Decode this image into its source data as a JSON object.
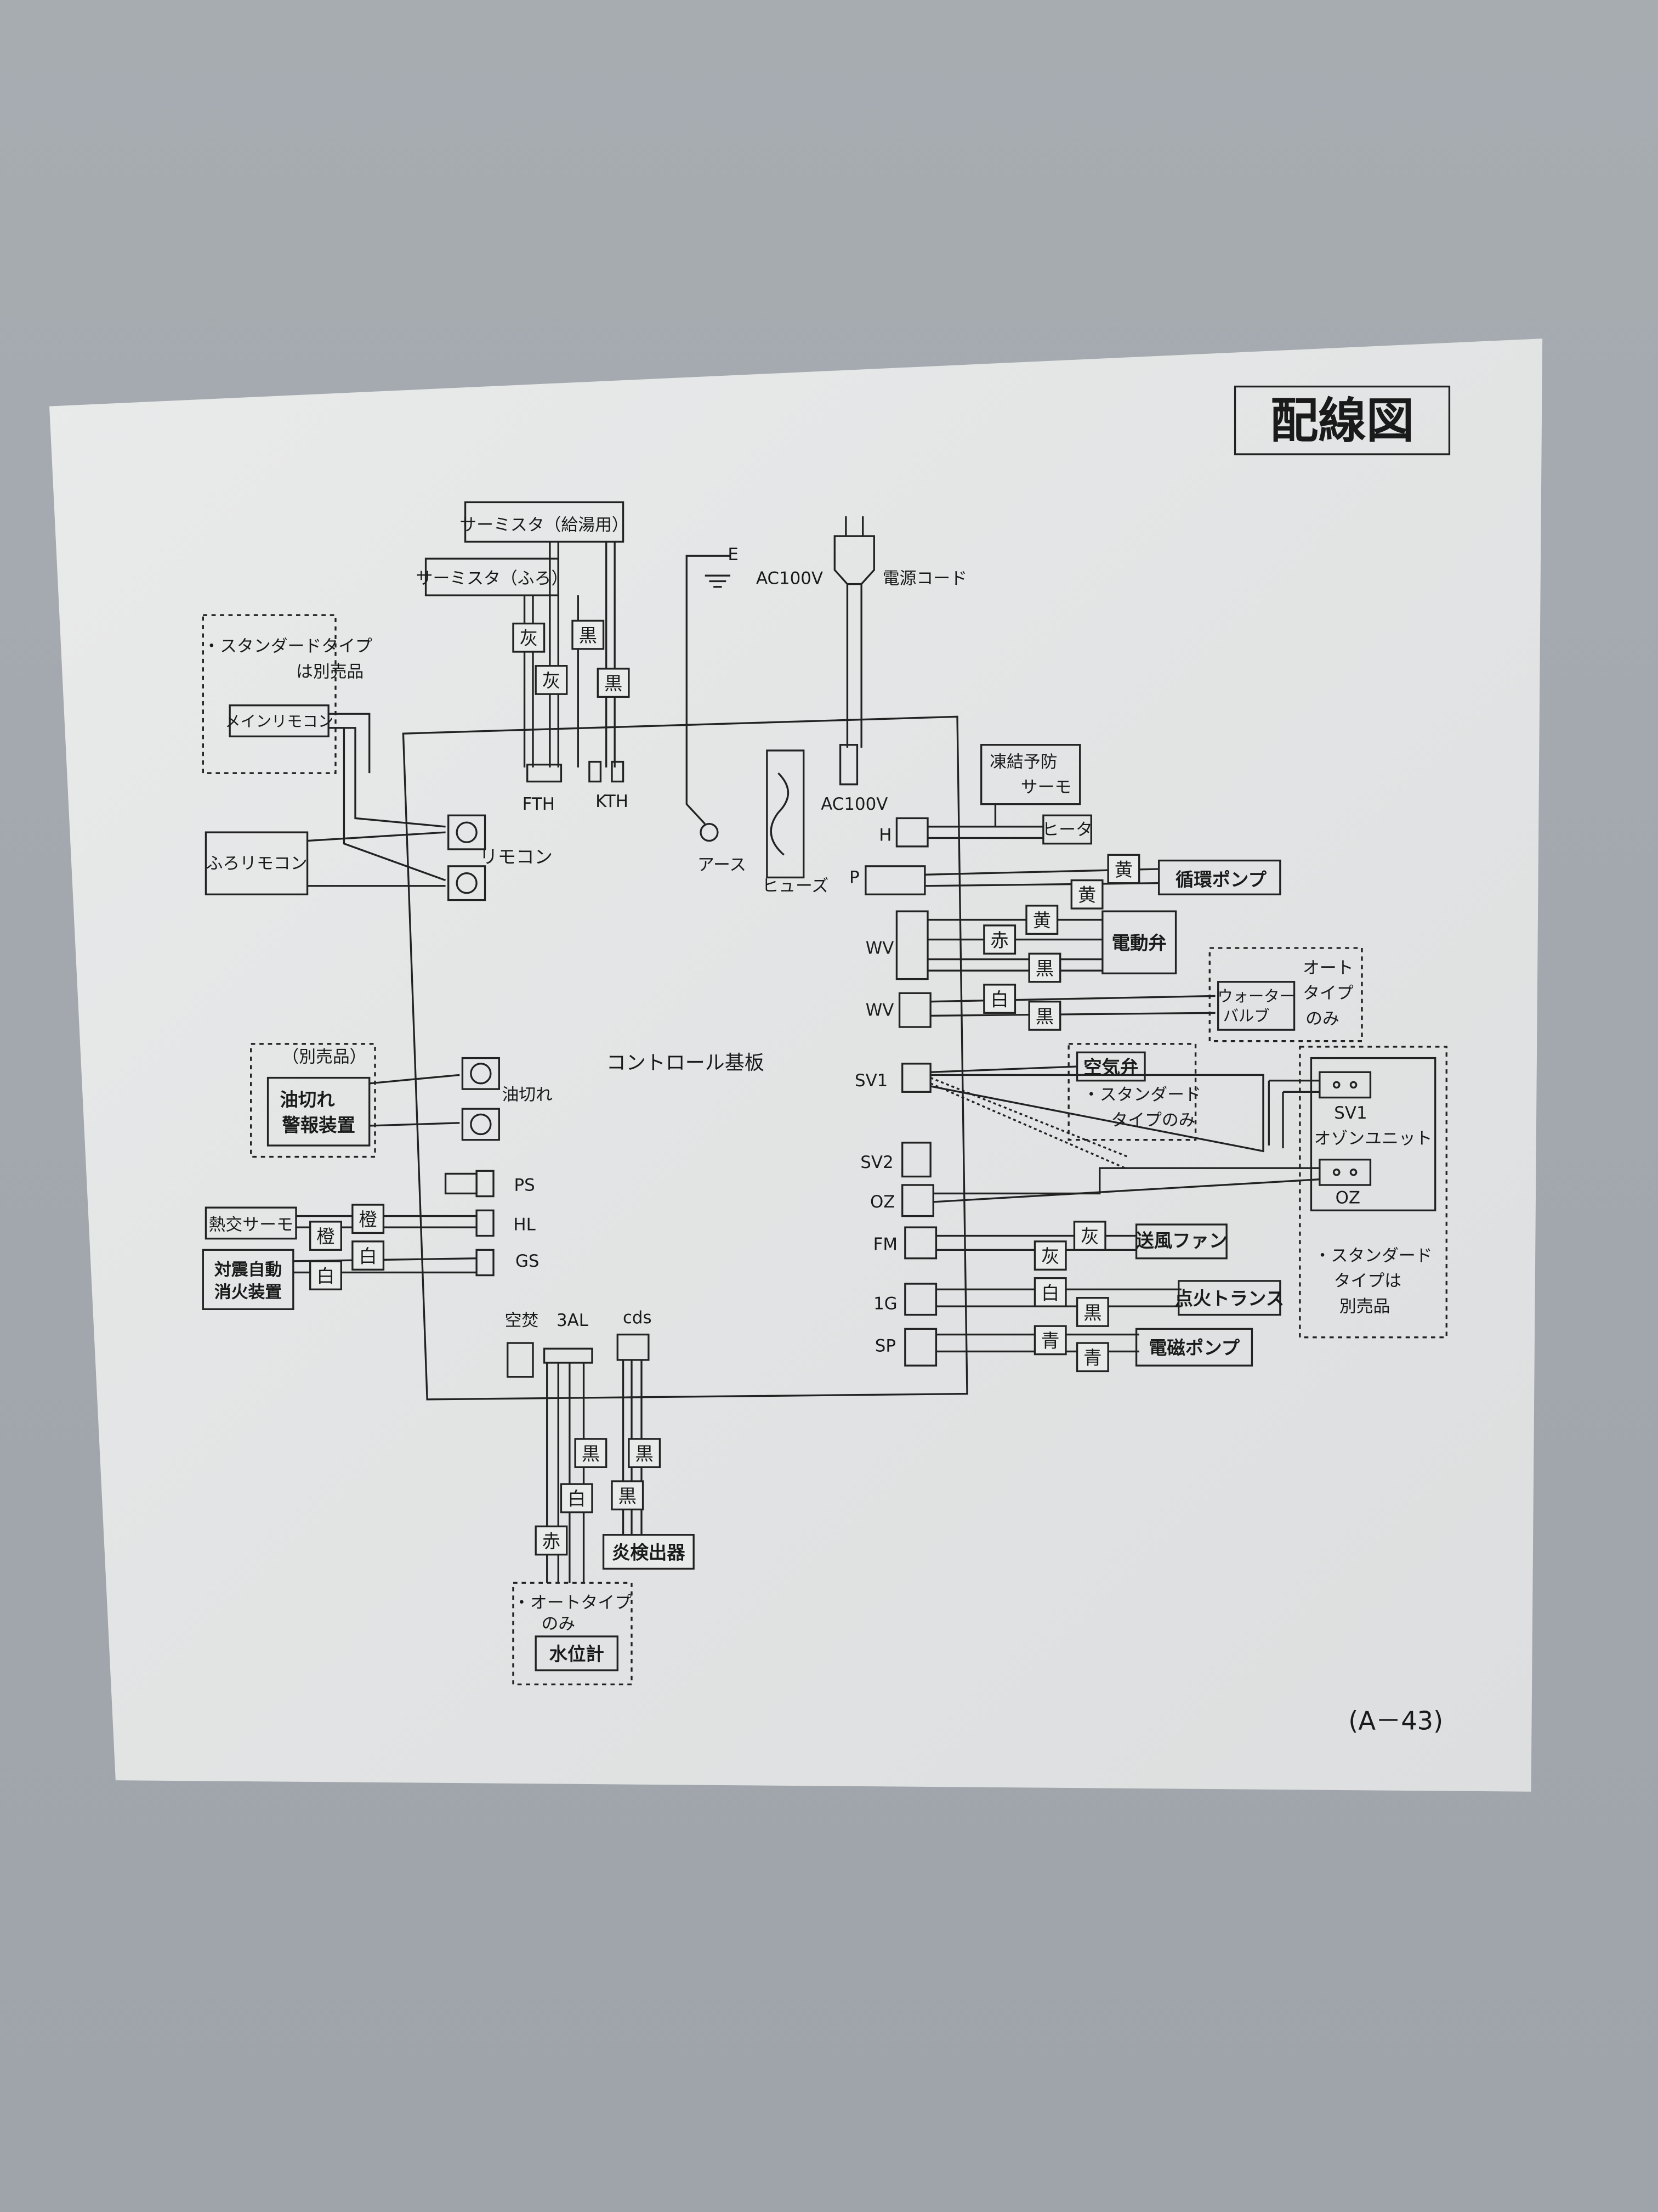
{
  "title": "配線図",
  "page_code": "(A－43)",
  "board_label": "コントロール基板",
  "thermistor_hot": "サーミスタ（給湯用）",
  "thermistor_bath": "サーミスタ（ふろ）",
  "standard_note_remote": "・スタンダードタイプ",
  "standard_note_remote2": "は別売品",
  "main_remote": "メインリモコン",
  "bath_remote": "ふろリモコン",
  "remote_conn": "リモコン",
  "fth": "FTH",
  "kth": "KTH",
  "earth_e": "E",
  "earth": "アース",
  "ac100v_cord": "AC100V",
  "power_cord": "電源コード",
  "ac100v_board": "AC100V",
  "fuse": "ヒューズ",
  "freeze_thermo_1": "凍結予防",
  "freeze_thermo_2": "サーモ",
  "heater": "ヒータ",
  "circ_pump": "循環ポンプ",
  "solenoid_valve": "電動弁",
  "water_valve_1": "ウォーター",
  "water_valve_2": "バルブ",
  "auto_only_1": "オート",
  "auto_only_2": "タイプ",
  "auto_only_3": "のみ",
  "air_valve": "空気弁",
  "std_only_1": "・スタンダード",
  "std_only_2": "タイプのみ",
  "ozone_sv1": "SV1",
  "ozone_unit": "オゾンユニット",
  "ozone_oz": "OZ",
  "std_sep_1": "・スタンダード",
  "std_sep_2": "タイプは",
  "std_sep_3": "別売品",
  "blower_fan": "送風ファン",
  "ignition_trans": "点火トランス",
  "em_pump": "電磁ポンプ",
  "optional": "（別売品）",
  "oil_alarm_1": "油切れ",
  "oil_alarm_2": "警報装置",
  "oil_out": "油切れ",
  "hx_thermo": "熱交サーモ",
  "quake_1": "対震自動",
  "quake_2": "消火装置",
  "ps": "PS",
  "hl": "HL",
  "gs": "GS",
  "kuuta": "空焚",
  "al3": "3AL",
  "cds": "cds",
  "flame_detector": "炎検出器",
  "auto_type_only_1": "・オートタイプ",
  "auto_type_only_2": "のみ",
  "water_level": "水位計",
  "conn": {
    "H": "H",
    "P": "P",
    "WV1": "WV",
    "WV2": "WV",
    "SV1": "SV1",
    "SV2": "SV2",
    "OZ": "OZ",
    "FM": "FM",
    "IG": "1G",
    "SP": "SP"
  },
  "wire": {
    "gray": "灰",
    "black": "黒",
    "yellow": "黄",
    "red": "赤",
    "white": "白",
    "orange": "橙",
    "blue": "青"
  }
}
